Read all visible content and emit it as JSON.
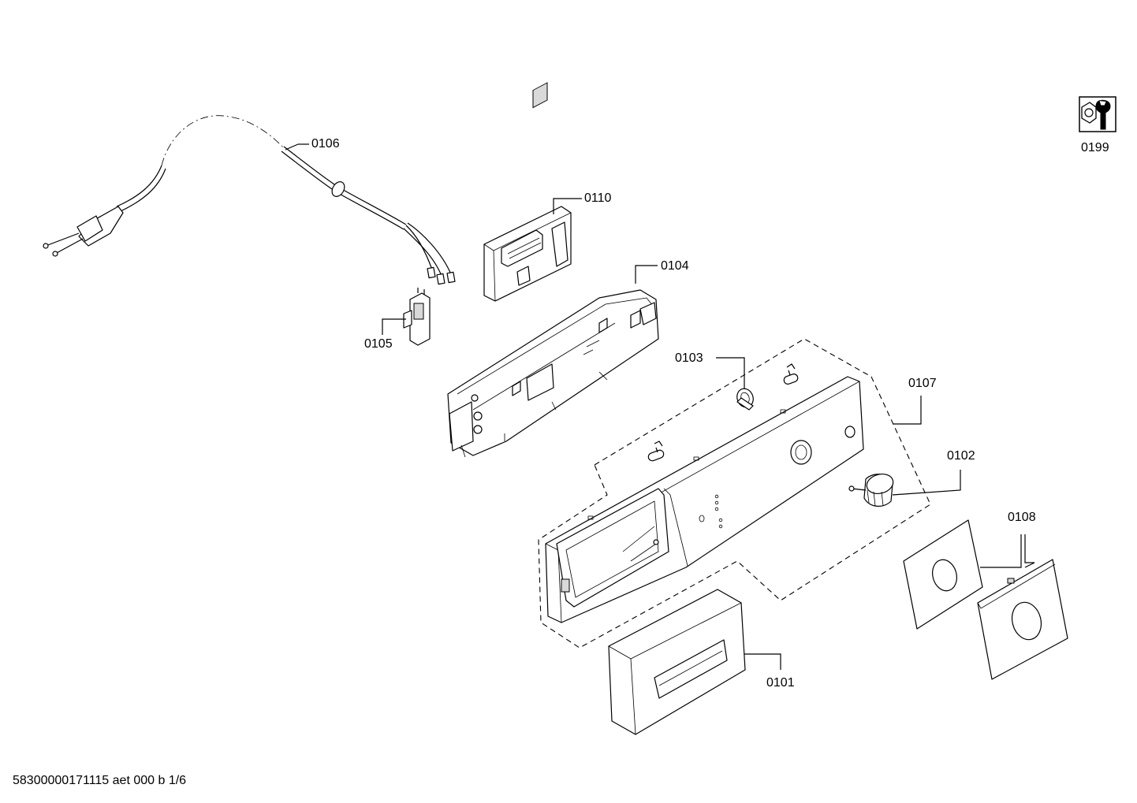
{
  "parts": [
    {
      "id": "p0106",
      "label": "0106"
    },
    {
      "id": "p0110",
      "label": "0110"
    },
    {
      "id": "p0104",
      "label": "0104"
    },
    {
      "id": "p0105",
      "label": "0105"
    },
    {
      "id": "p0103",
      "label": "0103"
    },
    {
      "id": "p0107",
      "label": "0107"
    },
    {
      "id": "p0102",
      "label": "0102"
    },
    {
      "id": "p0108",
      "label": "0108"
    },
    {
      "id": "p0101",
      "label": "0101"
    },
    {
      "id": "p0199",
      "label": "0199"
    }
  ],
  "footer": {
    "text": "58300000171115 aet 000 b 1/6"
  },
  "icons": {
    "tool": "wrench-nut-icon"
  }
}
